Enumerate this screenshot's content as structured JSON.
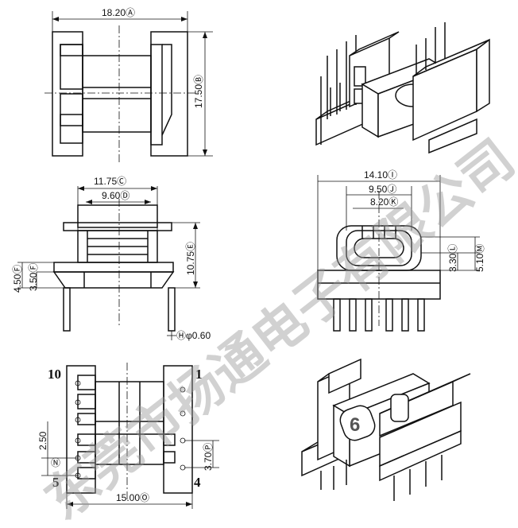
{
  "top_view": {
    "width_dim": "18.20Ⓐ",
    "height_dim": "17.50Ⓑ"
  },
  "front_view": {
    "width_outer_dim": "11.75Ⓒ",
    "width_inner_dim": "9.60Ⓓ",
    "height_dim": "10.75Ⓔ",
    "left_dim_outer": "4.50Ⓕ",
    "left_dim_inner": "3.50Ⓕ",
    "pin_dia_dim": "Ⓗφ0.60"
  },
  "side_view": {
    "width_outer_dim": "14.10Ⓘ",
    "width_mid_dim": "9.50Ⓙ",
    "width_inner_dim": "8.20Ⓚ",
    "right_dim_inner": "3.30Ⓛ",
    "right_dim_outer": "5.10Ⓜ"
  },
  "bottom_view": {
    "pin_labels": {
      "top_left": "10",
      "top_right": "1",
      "bottom_left": "5",
      "bottom_right": "4"
    },
    "pitch_dim": "2.50",
    "pitch_marker": "Ⓝ",
    "row_dim": "3.70Ⓟ",
    "width_dim": "15.00Ⓞ"
  },
  "iso_badge": "6",
  "watermark": "东莞市扬通电子有限公司"
}
